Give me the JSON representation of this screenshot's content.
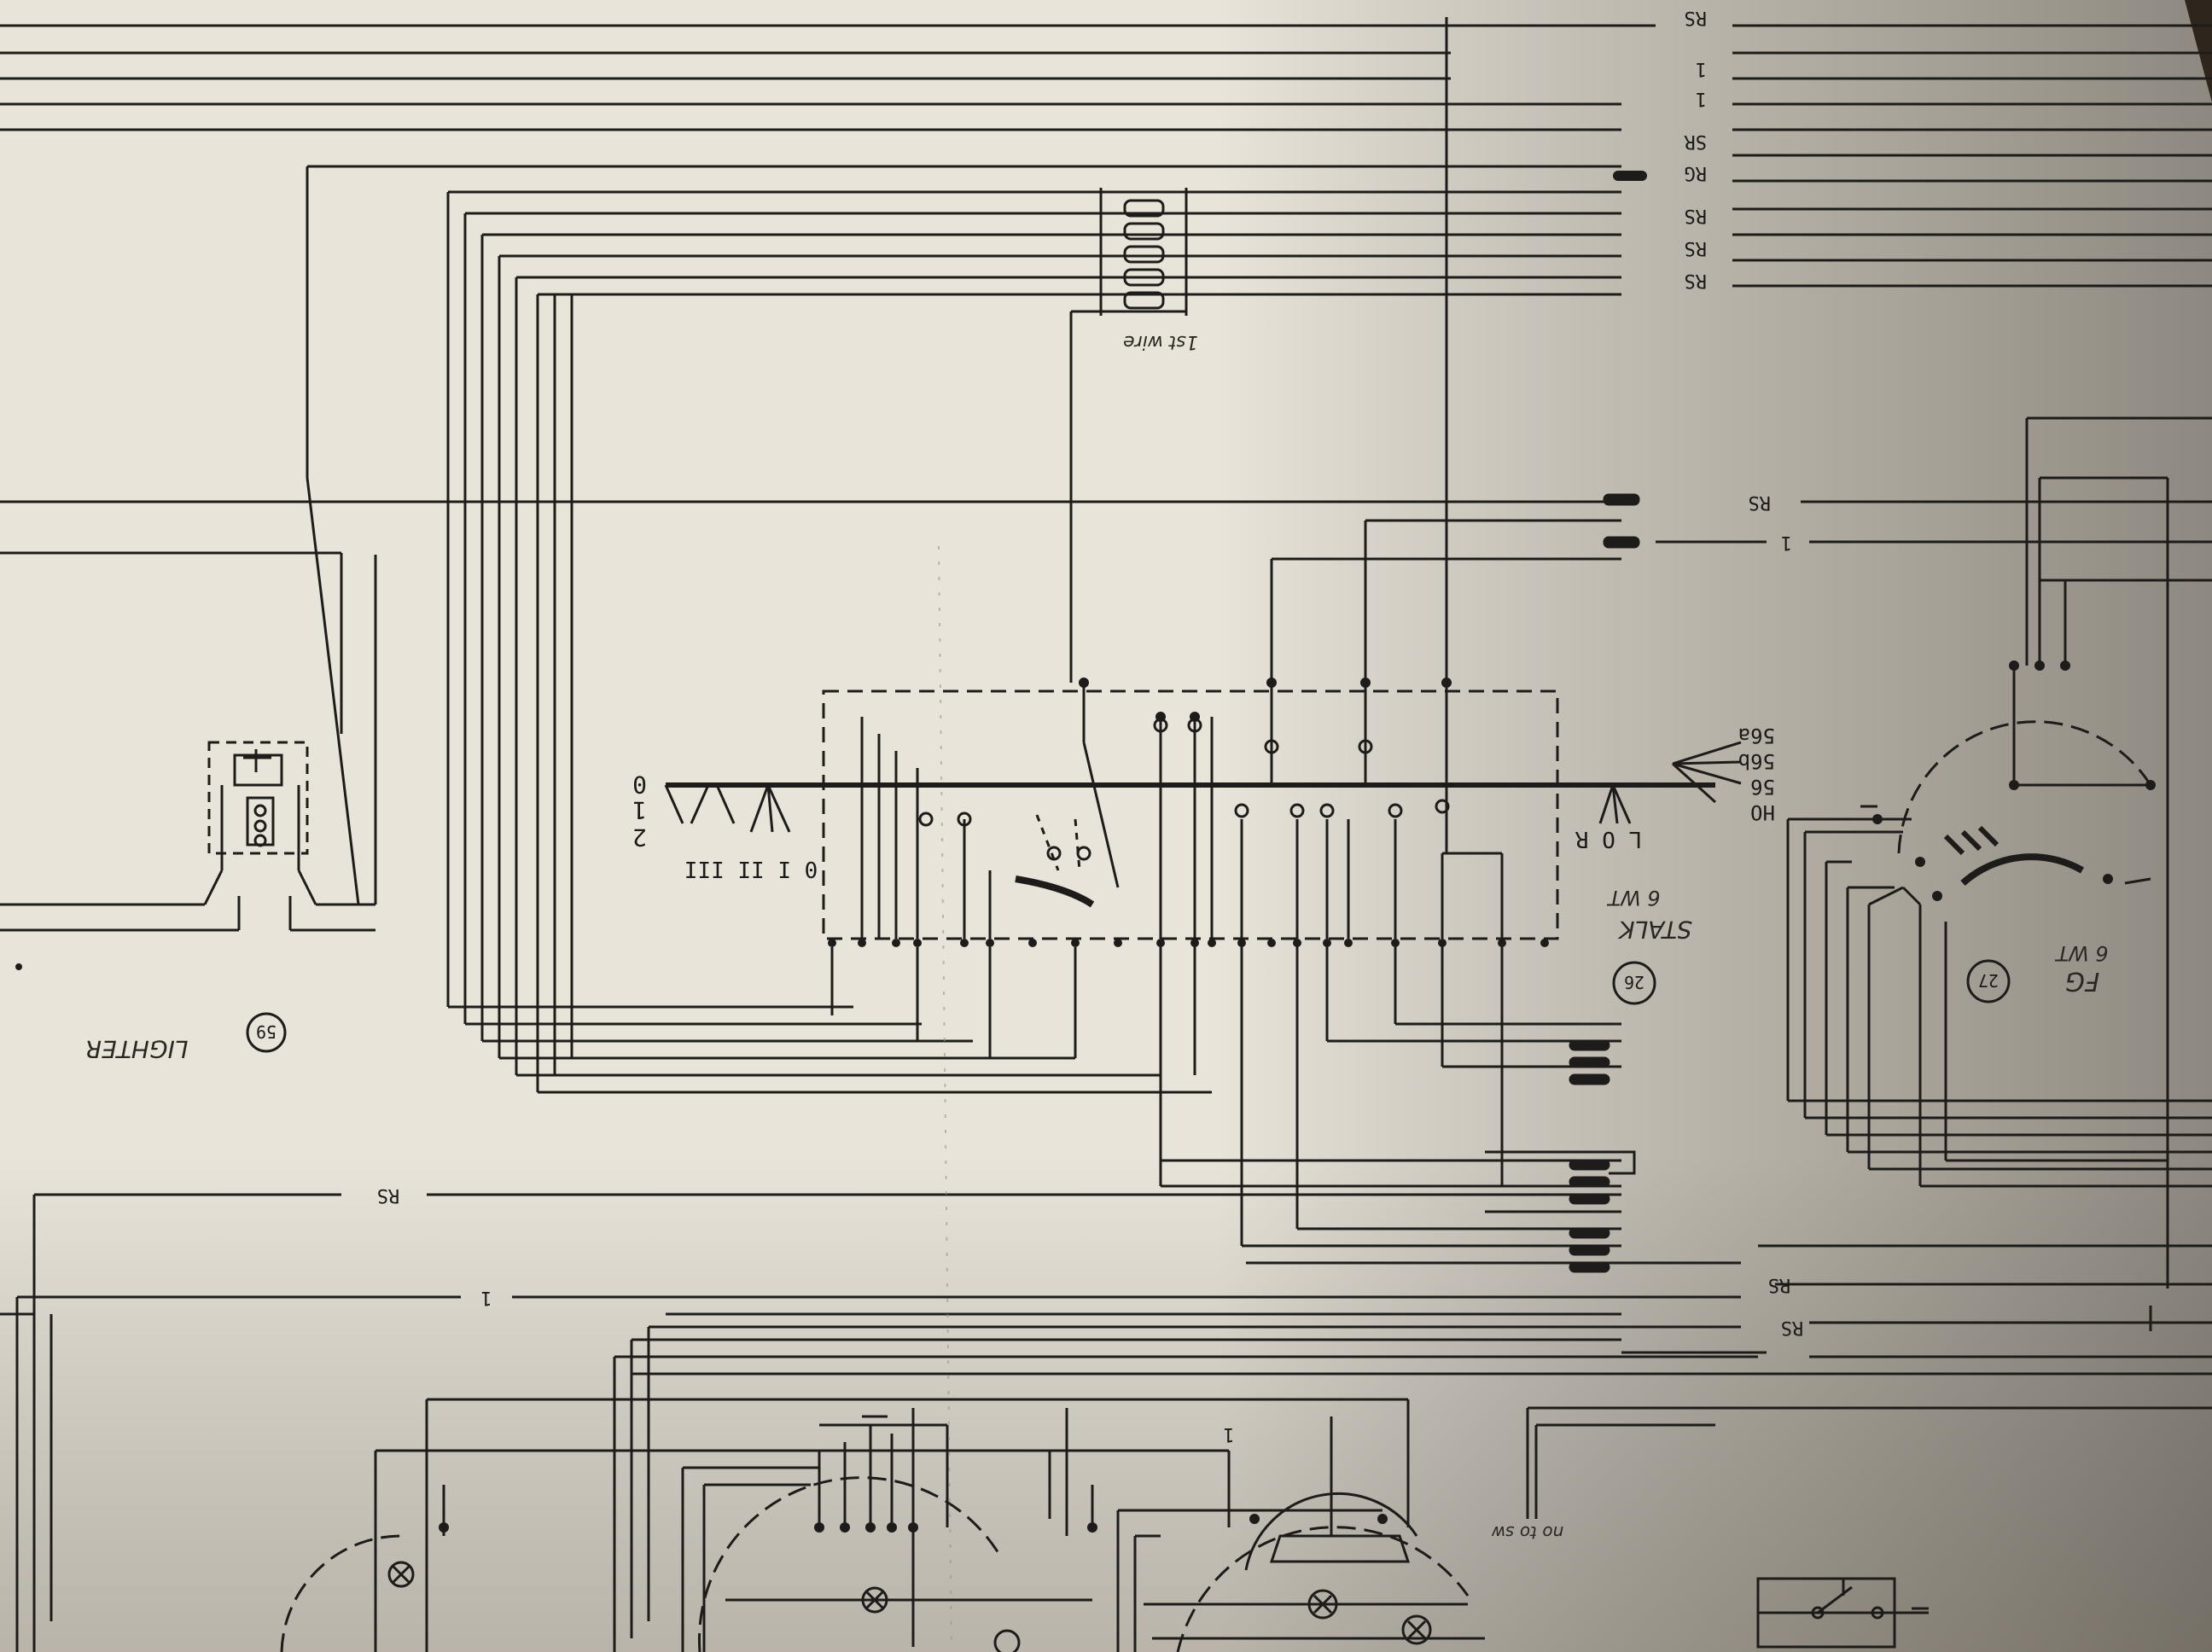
{
  "colors": {
    "paper": "#e9e4da",
    "paper_shadow": "#8c8374",
    "ink": "#1e1c1a",
    "background": "#3a2f24"
  },
  "top_right_codes": [
    "RS",
    "1",
    "1",
    "SR",
    "RG",
    "RS",
    "RS",
    "RS"
  ],
  "header_connector_label": "1st wire",
  "wire_codes": {
    "upper_1": "RS",
    "upper_2": "1",
    "lower_1": "RS",
    "lower_2": "1",
    "lower_3": "RS",
    "lower_4": "RS",
    "bottom_1": "1"
  },
  "stalk_left": {
    "positions": [
      "0",
      "1",
      "2"
    ],
    "roman": "0 I II III"
  },
  "stalk_right": {
    "positions": [
      "56a",
      "56b",
      "56",
      "HO"
    ],
    "lor": "L O R"
  },
  "components": {
    "lighter": {
      "number": "59",
      "label": "LIGHTER"
    },
    "stalk_switch": {
      "number": "26",
      "label": "STALK",
      "sub": "6 WT"
    },
    "fog_switch": {
      "number": "27",
      "label": "FG",
      "sub": "6 WT"
    }
  },
  "bottom_note": "no to sw"
}
